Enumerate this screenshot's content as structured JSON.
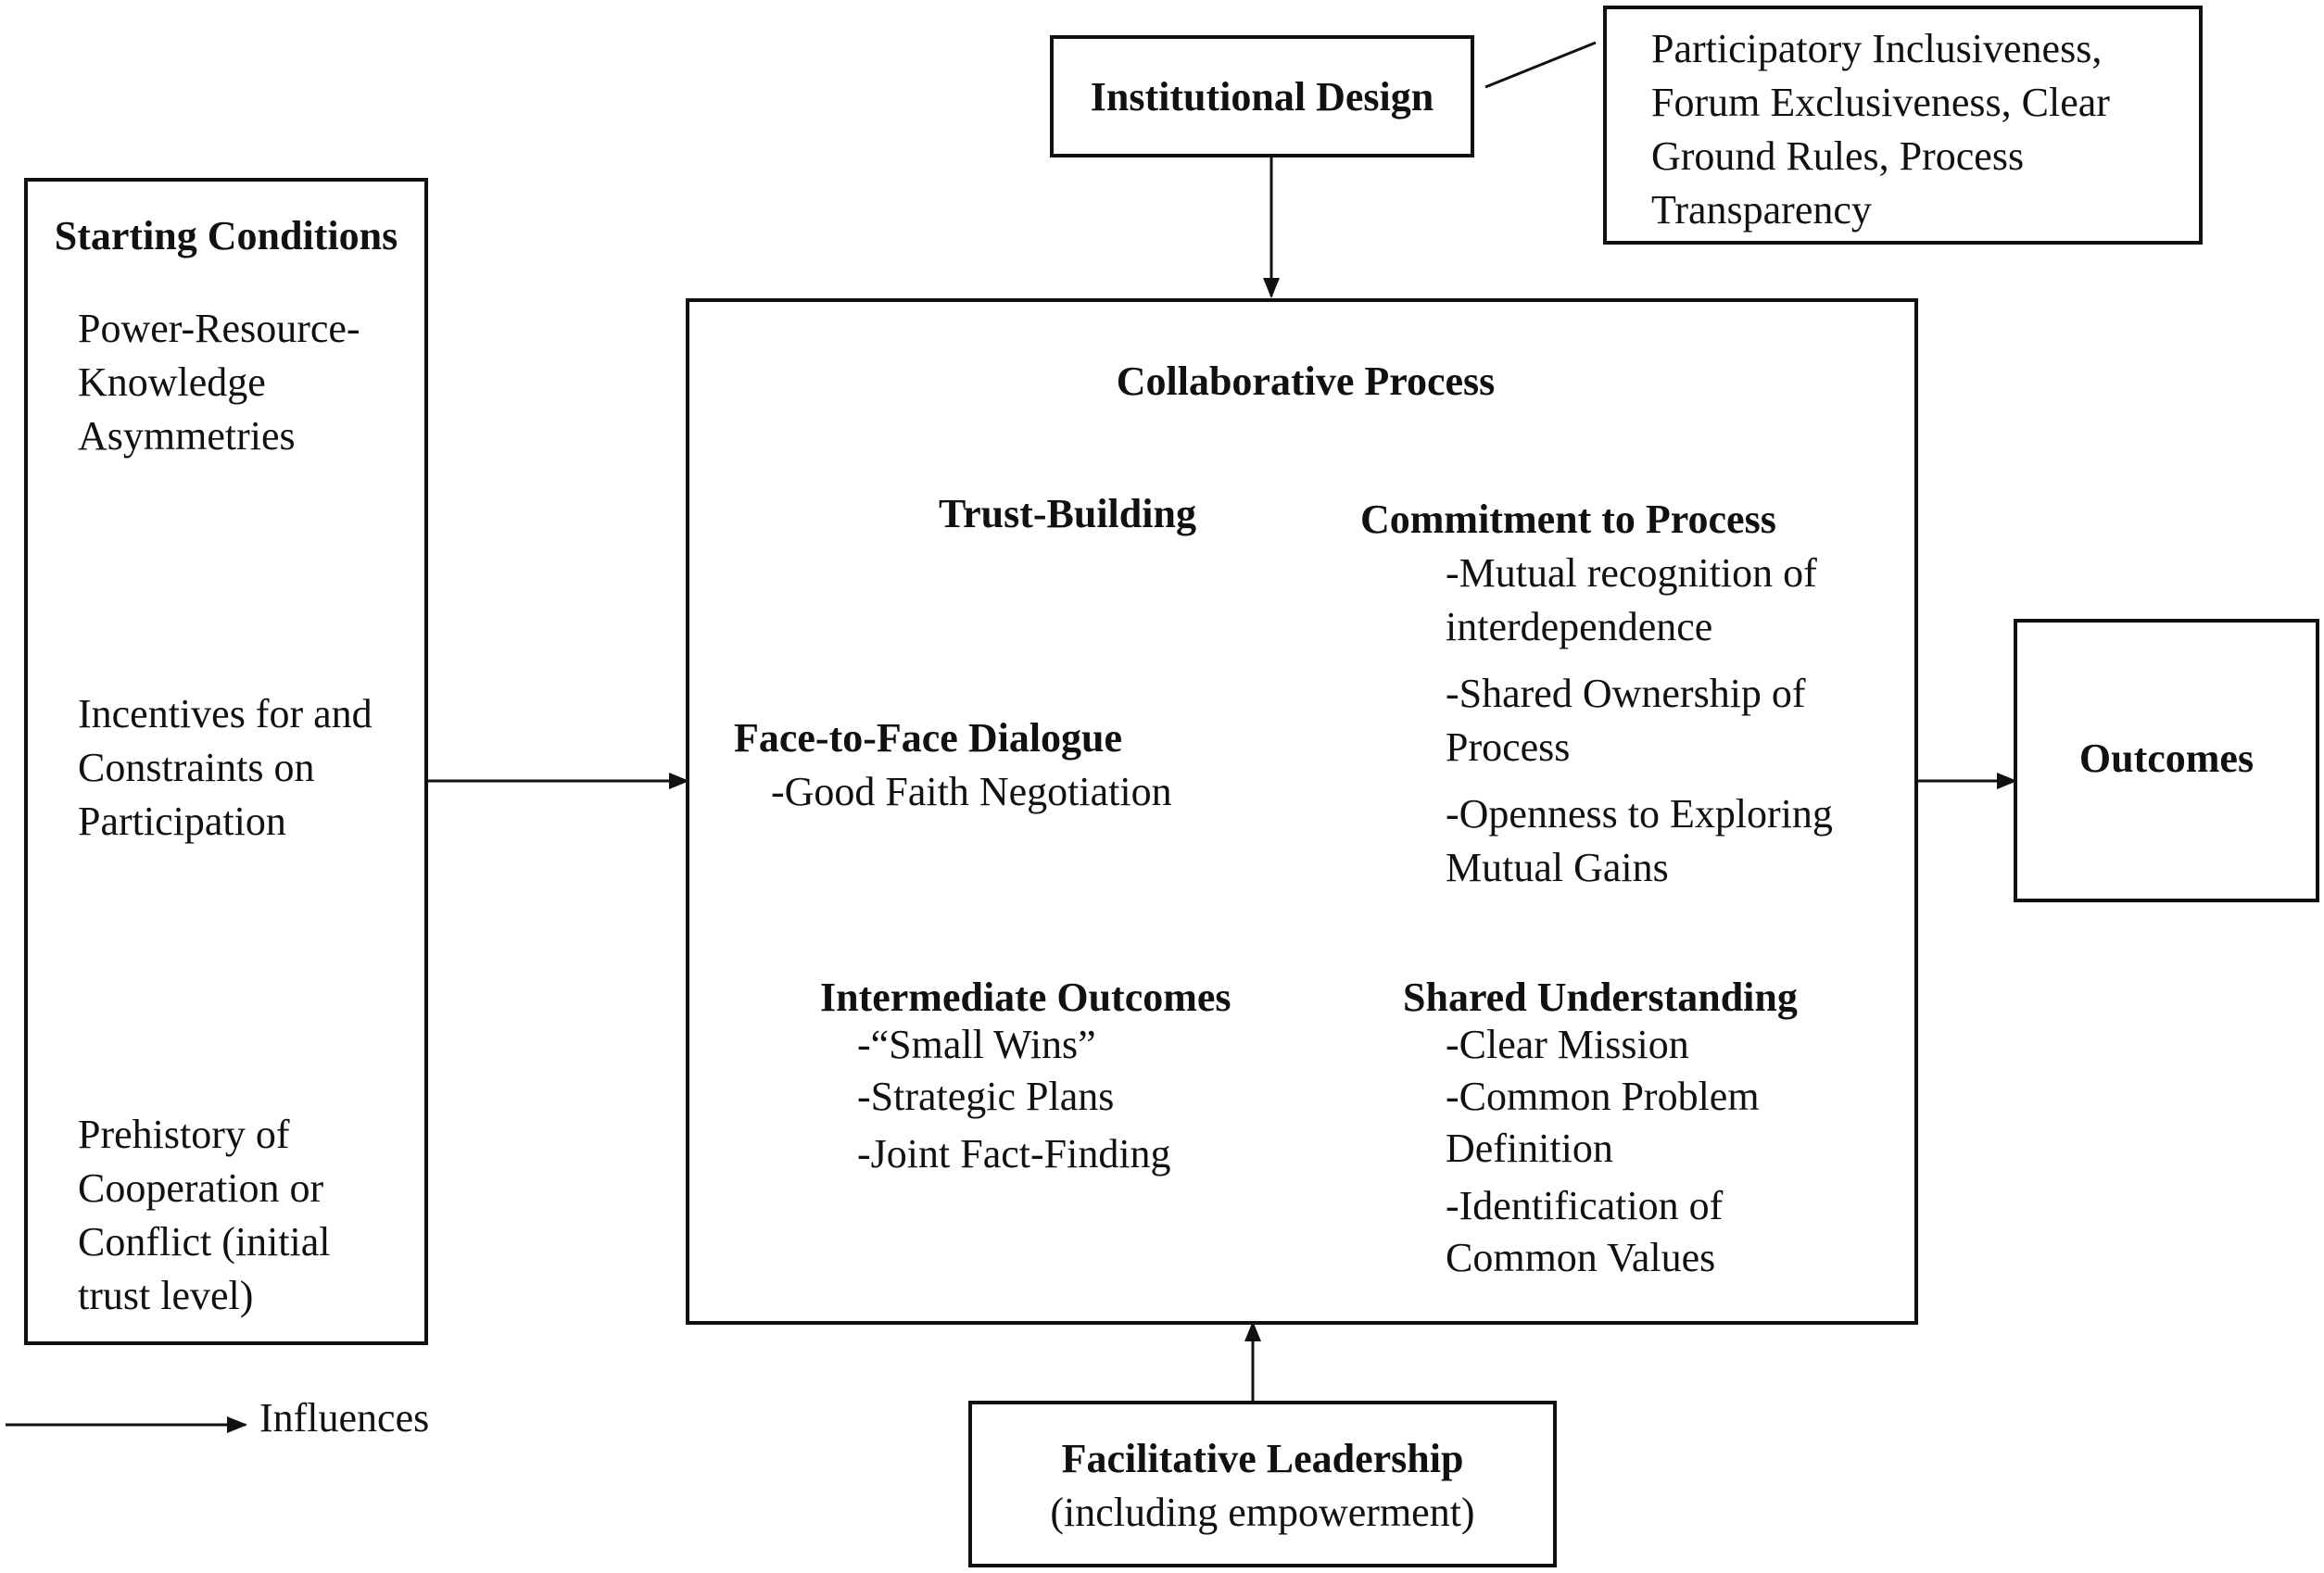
{
  "institutional_design": {
    "title": "Institutional Design",
    "details": [
      "Participatory Inclusiveness,",
      "Forum Exclusiveness, Clear",
      "Ground Rules, Process",
      "Transparency"
    ]
  },
  "starting_conditions": {
    "title": "Starting Conditions",
    "power": [
      "Power-Resource-",
      "Knowledge",
      "Asymmetries"
    ],
    "incentives": [
      "Incentives for and",
      "Constraints on",
      "Participation"
    ],
    "prehistory": [
      "Prehistory of",
      "Cooperation or",
      "Conflict (initial",
      "trust level)"
    ]
  },
  "collaborative_process": {
    "title": "Collaborative Process",
    "trust_building": "Trust-Building",
    "commitment": {
      "title": "Commitment to Process",
      "items": [
        "-Mutual recognition of",
        "interdependence",
        "-Shared Ownership of",
        "Process",
        "-Openness to Exploring",
        "Mutual Gains"
      ]
    },
    "dialogue": {
      "title": "Face-to-Face Dialogue",
      "item": "-Good Faith Negotiation"
    },
    "intermediate": {
      "title": "Intermediate Outcomes",
      "items": [
        "-“Small Wins”",
        "-Strategic Plans",
        "-Joint Fact-Finding"
      ]
    },
    "understanding": {
      "title": "Shared Understanding",
      "items": [
        "-Clear Mission",
        "-Common Problem",
        "Definition",
        "-Identification of",
        "Common Values"
      ]
    }
  },
  "outcomes": {
    "title": "Outcomes"
  },
  "facilitative_leadership": {
    "title": "Facilitative Leadership",
    "subtitle": "(including empowerment)"
  },
  "legend": {
    "label": "Influences"
  }
}
